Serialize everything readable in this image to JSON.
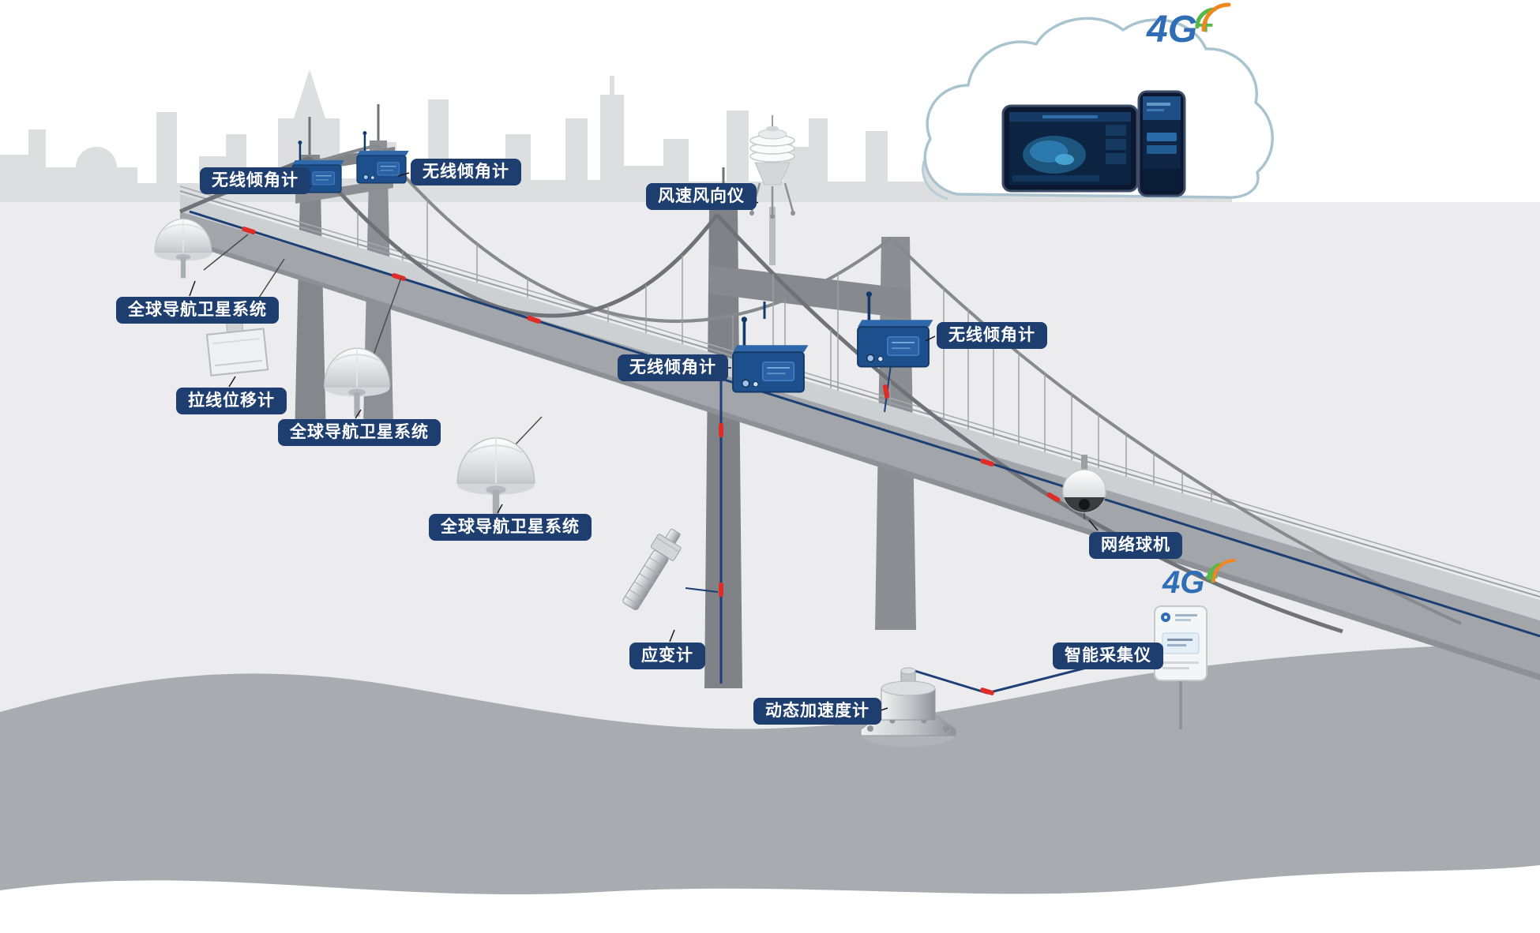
{
  "page": {
    "background": "#ffffff",
    "lower_background": "#ececee"
  },
  "labels": [
    {
      "id": "inclinometer-top-left-1",
      "text": "无线倾角计"
    },
    {
      "id": "inclinometer-top-left-2",
      "text": "无线倾角计"
    },
    {
      "id": "wind-speed-direction",
      "text": "风速风向仪"
    },
    {
      "id": "gnss-1",
      "text": "全球导航卫星系统"
    },
    {
      "id": "pull-wire-displacement",
      "text": "拉线位移计"
    },
    {
      "id": "gnss-2",
      "text": "全球导航卫星系统"
    },
    {
      "id": "gnss-3",
      "text": "全球导航卫星系统"
    },
    {
      "id": "inclinometer-mid",
      "text": "无线倾角计"
    },
    {
      "id": "inclinometer-right",
      "text": "无线倾角计"
    },
    {
      "id": "strain-gauge",
      "text": "应变计"
    },
    {
      "id": "dynamic-accelerometer",
      "text": "动态加速度计"
    },
    {
      "id": "network-dome-camera",
      "text": "网络球机"
    },
    {
      "id": "smart-collector",
      "text": "智能采集仪"
    }
  ],
  "logo_4g": {
    "text": "4G",
    "plus": "+"
  },
  "colors": {
    "label_background": "#1d3e6f",
    "label_text": "#ffffff",
    "cable_blue": "#1c3f74",
    "marker_red": "#e02c26",
    "bridge_grey": "#9a9ea2",
    "deck_top": "#cdd0d3",
    "skyline": "#dcdee0",
    "ground": "#a8abaf",
    "device_blue": "#1d4f8c",
    "logo_blue": "#2f6db5",
    "logo_green": "#56b847",
    "logo_orange": "#f0861e"
  },
  "devices": [
    {
      "name": "wireless-inclinometer-device",
      "count": 4
    },
    {
      "name": "gnss-antenna-dome",
      "count": 3
    },
    {
      "name": "wind-speed-direction-sensor",
      "count": 1
    },
    {
      "name": "pull-wire-displacement-meter",
      "count": 1
    },
    {
      "name": "strain-gauge-bolt",
      "count": 1
    },
    {
      "name": "dynamic-accelerometer-device",
      "count": 1
    },
    {
      "name": "network-dome-camera-device",
      "count": 1
    },
    {
      "name": "smart-data-collector-box",
      "count": 1
    },
    {
      "name": "cloud-4g",
      "count": 1
    },
    {
      "name": "tablet-dashboard",
      "count": 1
    },
    {
      "name": "phone-app",
      "count": 1
    }
  ]
}
